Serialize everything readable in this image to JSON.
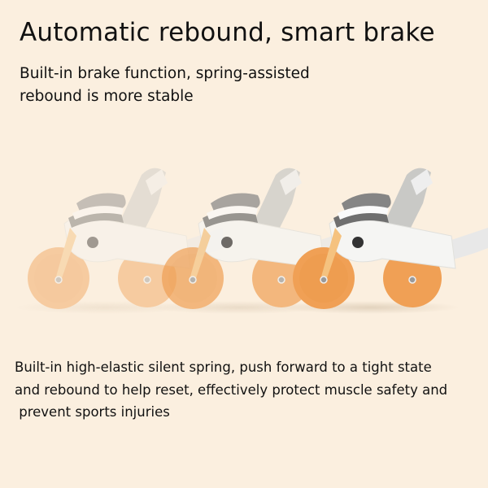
{
  "headline": "Automatic rebound, smart brake",
  "subheadline": [
    "Built-in brake function, spring-assisted",
    "rebound is more stable"
  ],
  "description": [
    "Built-in high-elastic silent spring, push forward to a tight state",
    "and rebound to help reset, effectively protect muscle safety and",
    " prevent sports injuries"
  ],
  "colors": {
    "background": "#fbefdf",
    "wheel": "#f0a055",
    "frame": "#f4f4f4",
    "pad": "#7a7a7a"
  },
  "product_images": [
    "ab-roller-faded",
    "ab-roller-medium",
    "ab-roller-solid"
  ]
}
